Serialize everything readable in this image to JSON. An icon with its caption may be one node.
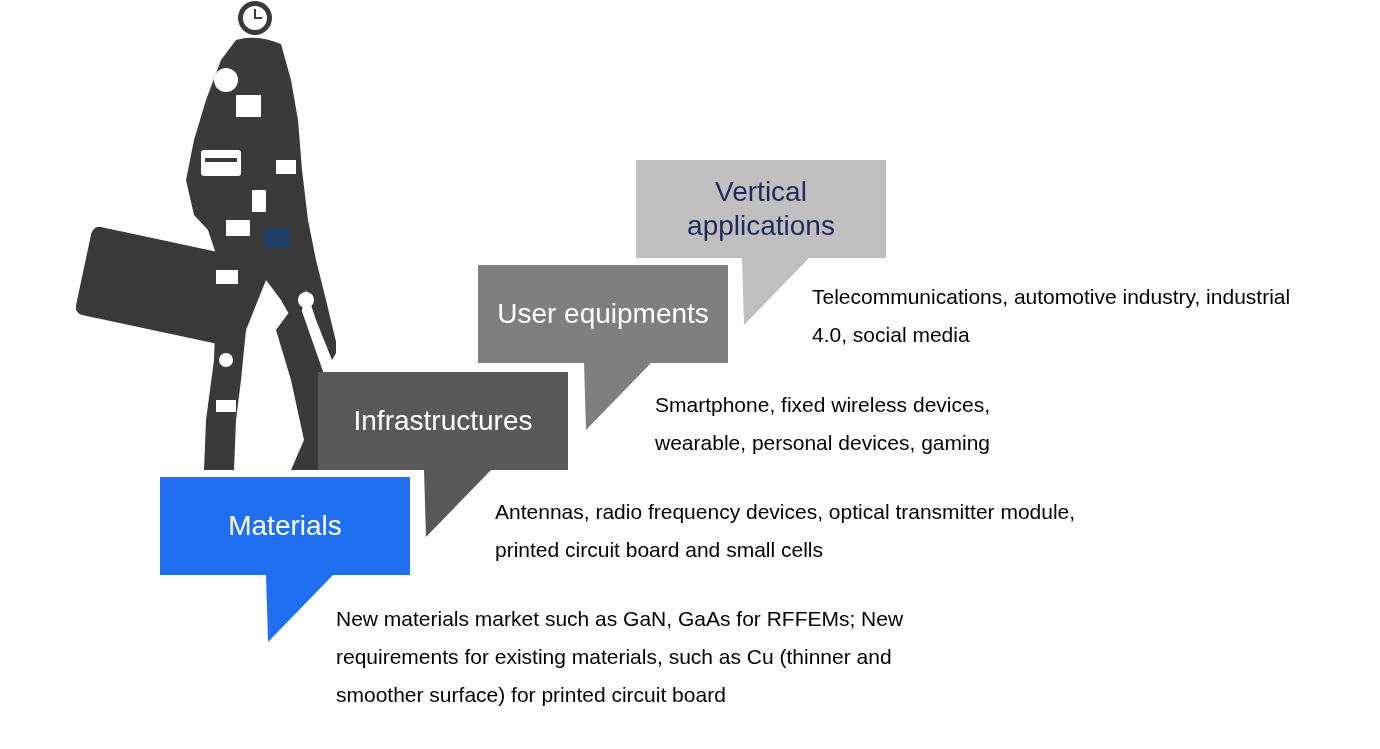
{
  "diagram": {
    "nodes": [
      {
        "text": [
          "Materials"
        ],
        "beside": [
          "New materials market such as GaN, GaAs for RFFEMs; New requirements for existing materials, such as Cu (thinner and smoother surface) for printed circuit board"
        ]
      },
      {
        "text": [
          "Infrastructures"
        ],
        "beside": [
          "Antennas, radio frequency devices, optical transmitter module, printed circuit board and small cells"
        ]
      },
      {
        "text": [
          "User equipments"
        ],
        "beside": [
          "Smartphone, fixed wireless devices, wearable, personal devices, gaming"
        ]
      },
      {
        "text": [
          "Vertical applications"
        ],
        "beside": [
          "Telecommunications, automotive industry, industrial 4.0, social media"
        ]
      }
    ]
  }
}
